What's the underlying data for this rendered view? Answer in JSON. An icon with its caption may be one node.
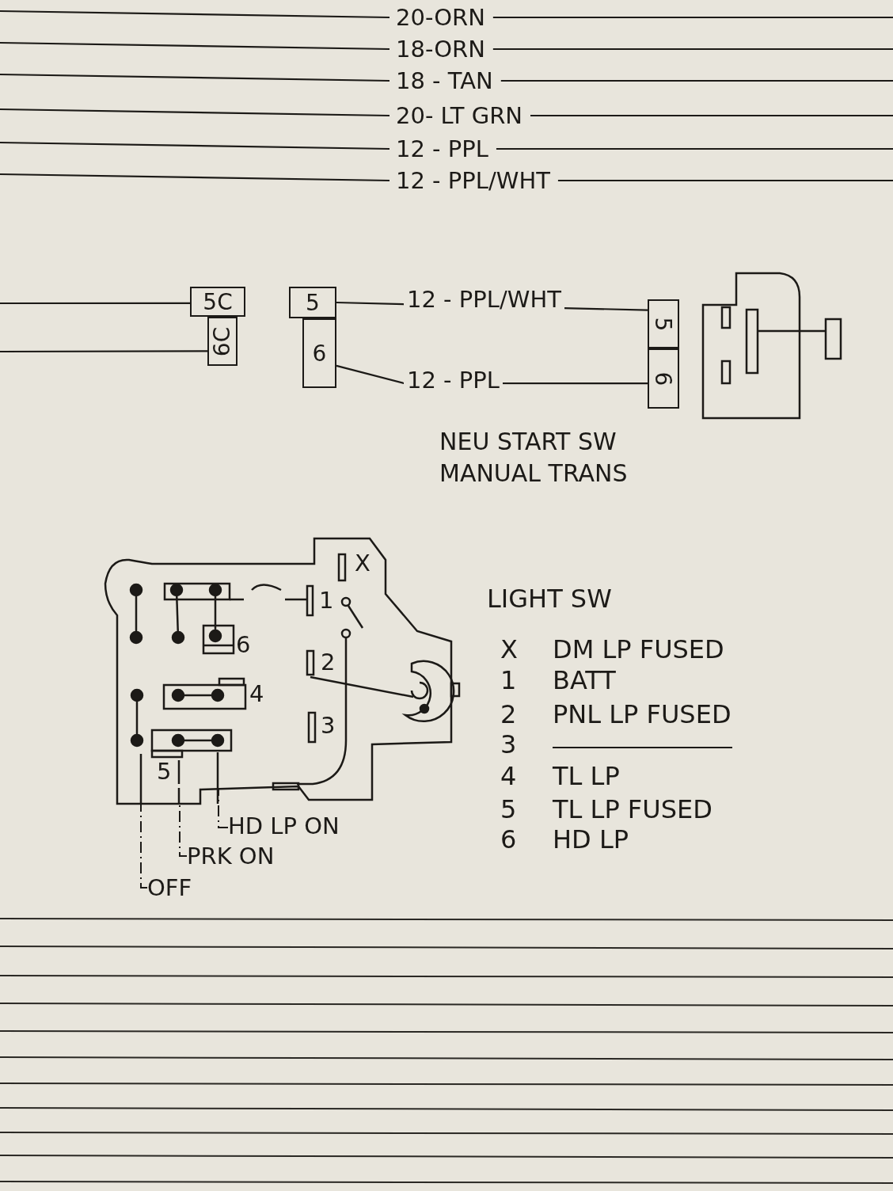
{
  "diagram": {
    "nodes": [
      {
        "text": [
          "5C"
        ]
      },
      {
        "text": [
          "6C"
        ]
      },
      {
        "text": [
          "5"
        ]
      },
      {
        "text": [
          "6"
        ]
      },
      {
        "text": [
          "5"
        ]
      },
      {
        "text": [
          "6"
        ]
      },
      {
        "text": [],
        "shape": "box"
      },
      {
        "text": [],
        "shape": "picture"
      },
      {
        "text": [
          "HD LP ON"
        ]
      },
      {
        "text": [
          "PRK ON"
        ]
      },
      {
        "text": [
          "OFF"
        ]
      }
    ],
    "edges": [
      {
        "from": null,
        "to": 0,
        "arrow": "none"
      },
      {
        "from": null,
        "to": 1,
        "arrow": "none"
      },
      {
        "from": 2,
        "to": 4,
        "arrow": "none",
        "label": "12 - PPL/WHT"
      },
      {
        "from": 3,
        "to": 5,
        "arrow": "none",
        "label": "12 - PPL"
      },
      {
        "from": 8,
        "to": 7,
        "arrow": "none",
        "style": "dashed"
      },
      {
        "from": 9,
        "to": 7,
        "arrow": "none",
        "style": "dashed"
      },
      {
        "from": 10,
        "to": 7,
        "arrow": "none",
        "style": "dashed"
      }
    ],
    "labels": [
      "20-ORN",
      "18-ORN",
      "18 - TAN",
      "20- LT GRN",
      "12 - PPL",
      "12 - PPL/WHT",
      "NEU START SW MANUAL TRANS",
      "X",
      "1",
      "6",
      "2",
      "4",
      "3",
      "5",
      "LIGHT SW",
      "X",
      "DM LP FUSED",
      "1",
      "BATT",
      "2",
      "PNL LP FUSED",
      "3",
      "4",
      "TL LP",
      "5",
      "TL LP FUSED",
      "6",
      "HD LP"
    ]
  }
}
